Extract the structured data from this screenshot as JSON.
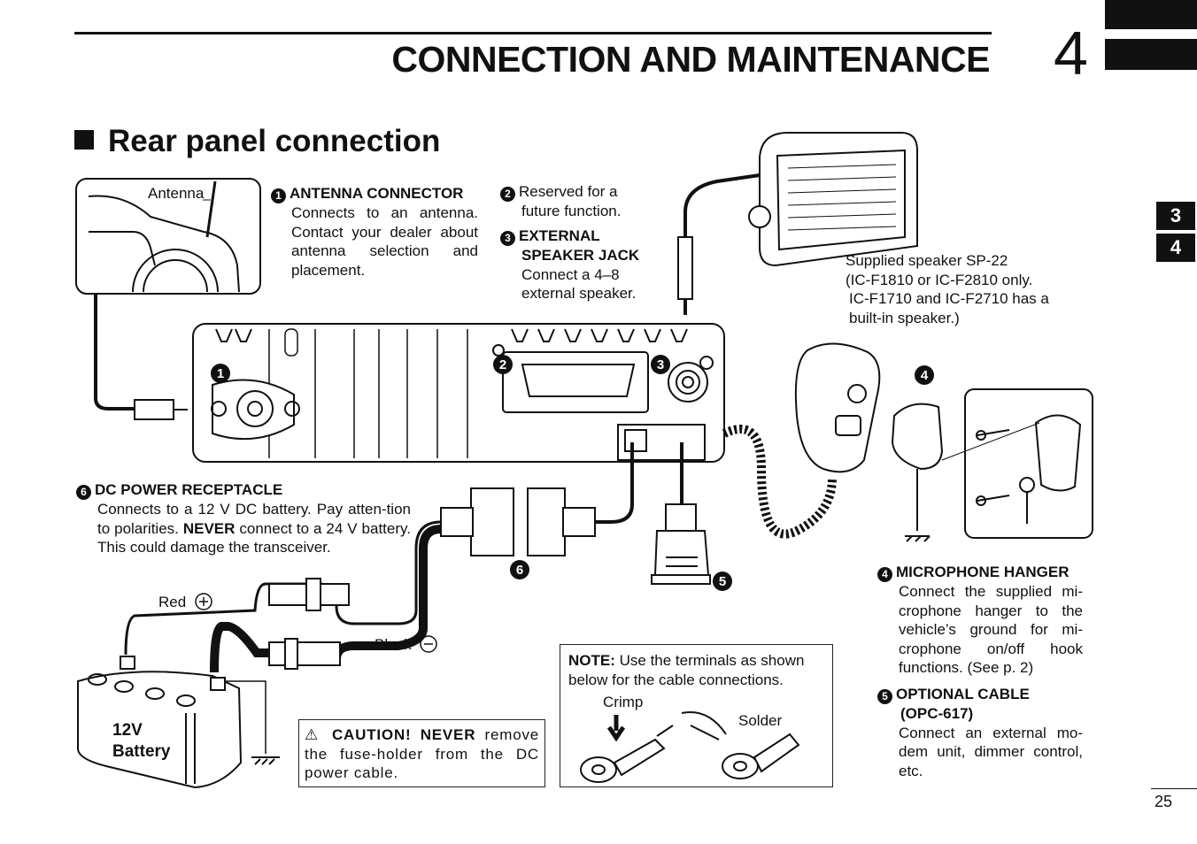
{
  "header": {
    "title": "CONNECTION AND MAINTENANCE",
    "chapter": "4",
    "side_tabs": [
      "3",
      "4"
    ]
  },
  "section": {
    "title": "Rear panel connection"
  },
  "labels": {
    "antenna": "Antenna",
    "red": "Red",
    "black": "Black",
    "battery_voltage": "12V",
    "battery": "Battery",
    "crimp": "Crimp",
    "solder": "Solder"
  },
  "callouts": [
    "1",
    "2",
    "3",
    "4",
    "5",
    "6"
  ],
  "items": {
    "antenna_connector": {
      "num": "1",
      "title": "ANTENNA CONNECTOR",
      "body": "Connects to an antenna. Contact your dealer about antenna selection and placement."
    },
    "reserved": {
      "num": "2",
      "text1": "Reserved for a",
      "text2": "future function."
    },
    "ext_speaker": {
      "num": "3",
      "title1": "EXTERNAL",
      "title2": "SPEAKER JACK",
      "body1": "Connect a 4–8",
      "body2": "external speaker."
    },
    "speaker_note": {
      "line1": "Supplied speaker SP-22",
      "line2": "(IC-F1810 or IC-F2810 only.",
      "line3": "IC-F1710 and IC-F2710 has a",
      "line4": "built-in speaker.)"
    },
    "dc_power": {
      "num": "6",
      "title": "DC POWER RECEPTACLE",
      "body_pre": "Connects to a 12 V DC battery. Pay atten-tion to polarities.",
      "never": "NEVER",
      "body_post": "connect to a 24 V battery. This could damage the transceiver."
    },
    "mic_hanger": {
      "num": "4",
      "title": "MICROPHONE HANGER",
      "body": "Connect the supplied mi-crophone hanger to the vehicle’s ground for mi-crophone on/off hook functions. (See p. 2)"
    },
    "optional_cable": {
      "num": "5",
      "title": "OPTIONAL CABLE",
      "model": "(OPC-617)",
      "body": "Connect an external mo-dem unit, dimmer control, etc."
    }
  },
  "note": {
    "label": "NOTE:",
    "text": "Use the terminals as shown below for the cable connections."
  },
  "caution": {
    "icon": "warning-triangle-icon",
    "label": "CAUTION! NEVER",
    "text": "remove the fuse-holder from the DC power cable."
  },
  "page_number": "25"
}
